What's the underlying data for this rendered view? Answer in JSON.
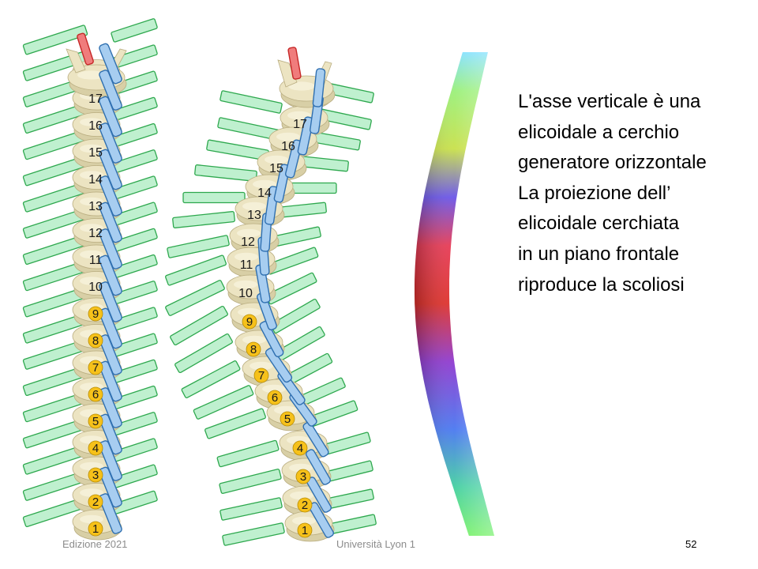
{
  "slide": {
    "text_lines": [
      "L'asse verticale è una",
      "elicoidale a cerchio",
      "generatore orizzontale",
      "La proiezione dell’",
      "elicoidale cerchiata",
      "in un piano frontale",
      "riproduce la scoliosi"
    ],
    "footer_left": "Edizione 2021",
    "footer_center": "Università Lyon 1",
    "page_number": "52"
  },
  "spine_straight": {
    "labels": [
      "1",
      "2",
      "3",
      "4",
      "5",
      "6",
      "7",
      "8",
      "9",
      "10",
      "11",
      "12",
      "13",
      "14",
      "15",
      "16",
      "17"
    ]
  },
  "spine_scoliotic": {
    "labels": [
      "1",
      "2",
      "3",
      "4",
      "5",
      "6",
      "7",
      "8",
      "9",
      "10",
      "11",
      "12",
      "13",
      "14",
      "15",
      "16",
      "17"
    ]
  },
  "colors": {
    "bone": "#ece4c2",
    "bone_edge": "#b9ad80",
    "axis_blue": "#a7cdf0",
    "axis_blue_edge": "#2f6fb0",
    "bar_green": "#bff0cf",
    "bar_green_edge": "#2ea84e",
    "top_red": "#f07c7c",
    "badge": "#f6c11a"
  }
}
